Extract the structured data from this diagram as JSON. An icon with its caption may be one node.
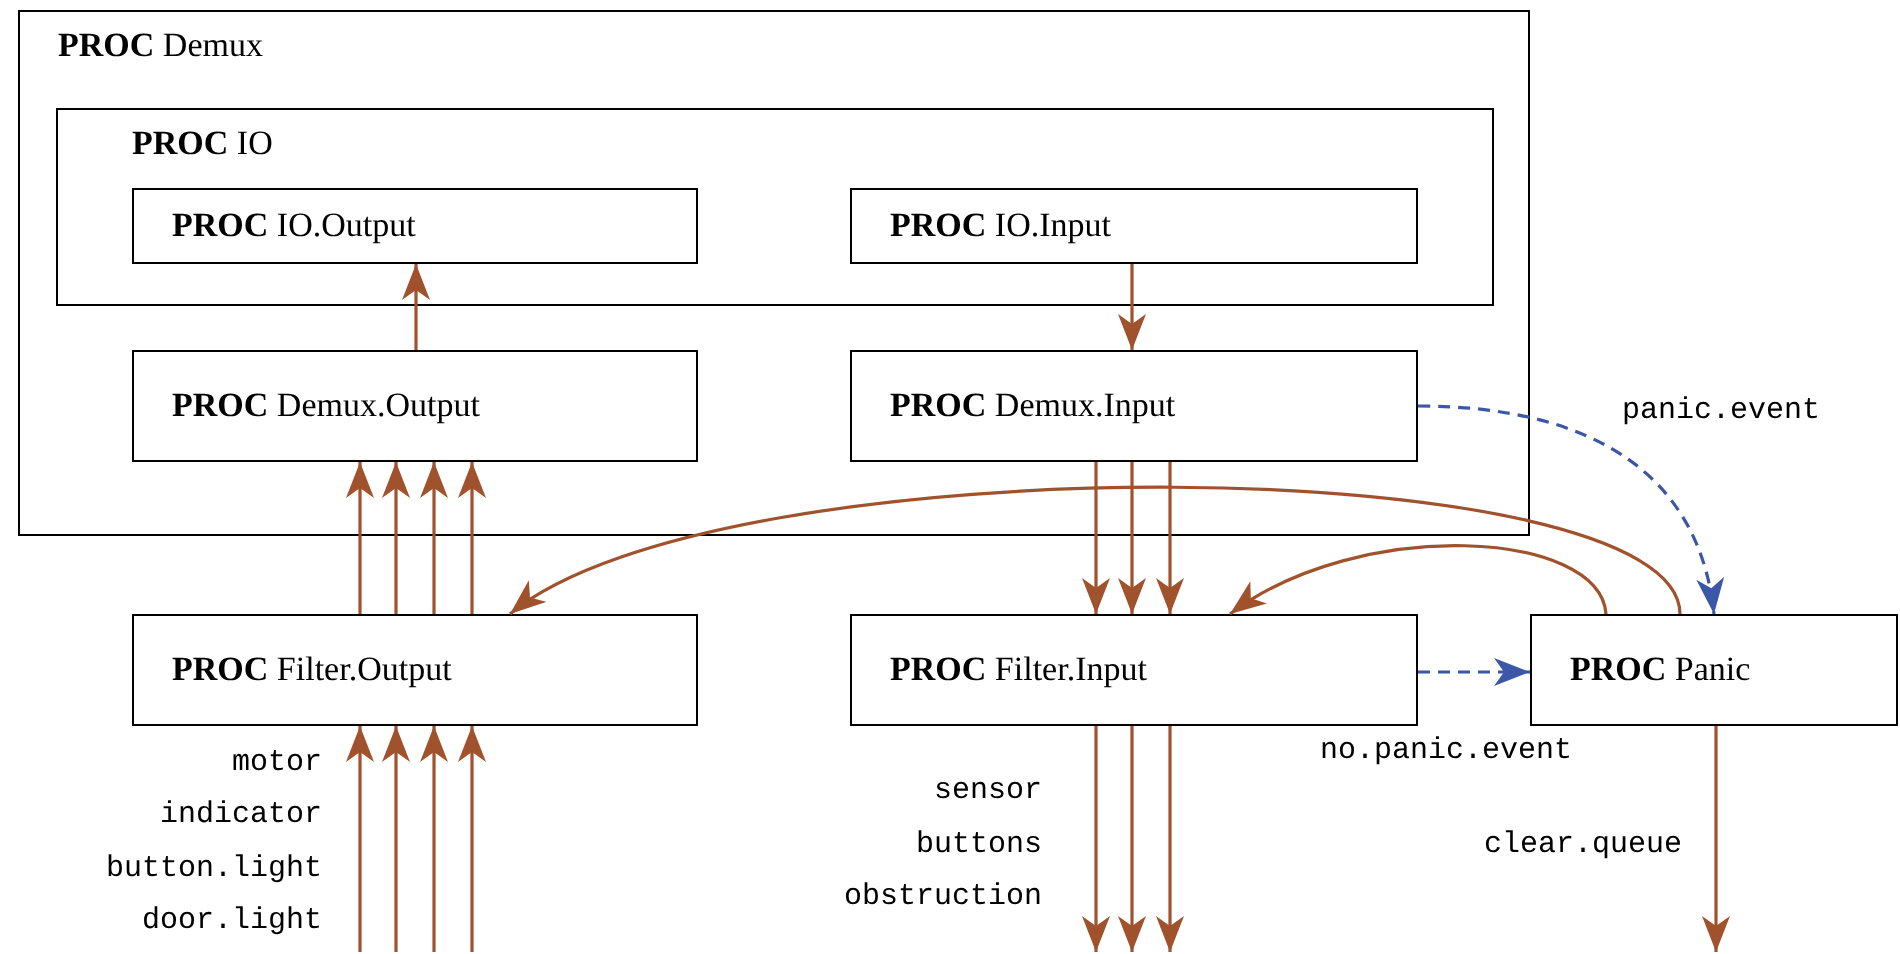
{
  "diagram": {
    "nodes": [
      {
        "text": [
          "**PROC** Demux"
        ]
      },
      {
        "text": [
          "**PROC** IO"
        ],
        "in": 0
      },
      {
        "text": [
          "**PROC** IO.Output"
        ],
        "in": 1
      },
      {
        "text": [
          "**PROC** IO.Input"
        ],
        "in": 1
      },
      {
        "text": [
          "**PROC** Demux.Output"
        ],
        "in": 0
      },
      {
        "text": [
          "**PROC** Demux.Input"
        ],
        "in": 0
      },
      {
        "text": [
          "**PROC** Filter.Output"
        ]
      },
      {
        "text": [
          "**PROC** Filter.Input"
        ]
      },
      {
        "text": [
          "**PROC** Panic"
        ]
      }
    ],
    "edges": [
      {
        "from": 4,
        "to": 2,
        "arrow": "to"
      },
      {
        "from": 3,
        "to": 5,
        "arrow": "to"
      },
      {
        "from": 6,
        "to": 4,
        "arrow": "to"
      },
      {
        "from": 6,
        "to": 4,
        "arrow": "to"
      },
      {
        "from": 6,
        "to": 4,
        "arrow": "to"
      },
      {
        "from": 6,
        "to": 4,
        "arrow": "to"
      },
      {
        "from": null,
        "to": 6,
        "arrow": "to"
      },
      {
        "from": null,
        "to": 6,
        "arrow": "to"
      },
      {
        "from": null,
        "to": 6,
        "arrow": "to"
      },
      {
        "from": null,
        "to": 6,
        "arrow": "to"
      },
      {
        "from": 5,
        "to": 7,
        "arrow": "to"
      },
      {
        "from": 5,
        "to": 7,
        "arrow": "to"
      },
      {
        "from": 5,
        "to": 7,
        "arrow": "to"
      },
      {
        "from": 7,
        "to": null,
        "arrow": "to"
      },
      {
        "from": 7,
        "to": null,
        "arrow": "to"
      },
      {
        "from": 7,
        "to": null,
        "arrow": "to"
      },
      {
        "from": 5,
        "to": 8,
        "arrow": "to",
        "label": "panic.event",
        "style": "dashed",
        "color": "#3b57a7"
      },
      {
        "from": 7,
        "to": 8,
        "arrow": "to",
        "label": "no.panic.event",
        "style": "dashed",
        "color": "#3b57a7"
      },
      {
        "from": 8,
        "to": 6,
        "arrow": "to"
      },
      {
        "from": 8,
        "to": 7,
        "arrow": "to"
      },
      {
        "from": 8,
        "to": null,
        "arrow": "to",
        "label": "clear.queue"
      }
    ],
    "labels": [
      "motor",
      "indicator",
      "button.light",
      "door.light",
      "sensor",
      "buttons",
      "obstruction"
    ]
  }
}
